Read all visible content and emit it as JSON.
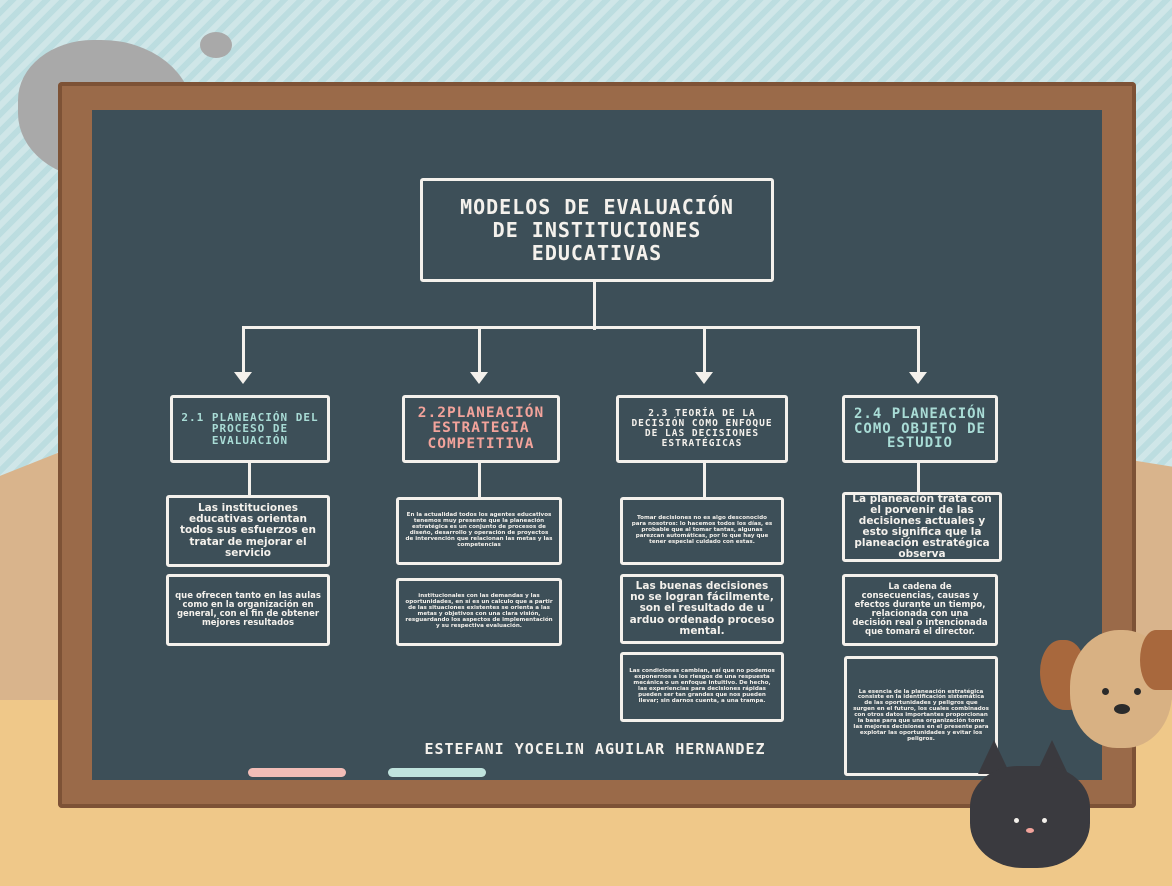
{
  "title": "MODELOS DE EVALUACIÓN DE INSTITUCIONES EDUCATIVAS",
  "author": "ESTEFANI YOCELIN AGUILAR HERNANDEZ",
  "colors": {
    "board": "#3d4f58",
    "chalk": "#f4f1ec",
    "accent_pink": "#f2a39b",
    "accent_teal": "#a9dcd6",
    "frame": "#9a6a49"
  },
  "columns": [
    {
      "heading": "2.1 PLANEACIÓN DEL PROCESO DE EVALUACIÓN",
      "boxes": [
        "Las instituciones educativas orientan todos sus esfuerzos en tratar de mejorar el servicio",
        "que ofrecen tanto en las aulas como en la organización en general, con el fin de obtener mejores resultados"
      ]
    },
    {
      "heading": "2.2PLANEACIÓN ESTRATEGIA COMPETITIVA",
      "boxes": [
        "En la actualidad todos los agentes educativos tenemos muy presente que la planeación estratégica es un conjunto de procesos de diseño, desarrollo y operación de proyectos de intervención que relacionan las metas y las competencias",
        "institucionales con las demandas y las oportunidades, en sí es un calculo que a partir de las situaciones existentes se orienta a las metas y objetivos con una clara visión, resguardando los aspectos de implementación y su respectiva evaluación."
      ]
    },
    {
      "heading": "2.3 TEORÍA DE LA DECISIÓN COMO ENFOQUE DE LAS DECISIONES ESTRATÉGICAS",
      "boxes": [
        "Tomar decisiones no es algo desconocido para nosotros: lo hacemos todos los días, es probable que al tomar tantas, algunas parezcan automáticas, por lo que hay que tener especial cuidado con estas.",
        "Las buenas decisiones no se logran fácilmente, son el resultado de u arduo ordenado proceso mental.",
        "Las condiciones cambian, así que no podemos exponernos a los riesgos de una respuesta mecánica o un enfoque intuitivo. De hecho, las experiencias para decisiones rápidas pueden ser tan grandes que nos pueden llevar; sin darnos cuenta, a una trampa."
      ]
    },
    {
      "heading": "2.4 PLANEACIÓN COMO OBJETO DE ESTUDIO",
      "boxes": [
        "La planeación trata con el porvenir de las decisiones actuales y esto significa que la planeación estratégica observa",
        "La cadena de consecuencias, causas y efectos durante un tiempo, relacionada con una decisión real o intencionada que tomará el director.",
        "La esencia de la planeación estratégica consiste en la identificación sistemática de las oportunidades y peligros que surgen en el futuro, los cuales combinados con otros datos importantes proporcionan la base para que una organización tome las mejores decisiones en el presente para explotar las oportunidades y evitar los peligros."
      ]
    }
  ]
}
